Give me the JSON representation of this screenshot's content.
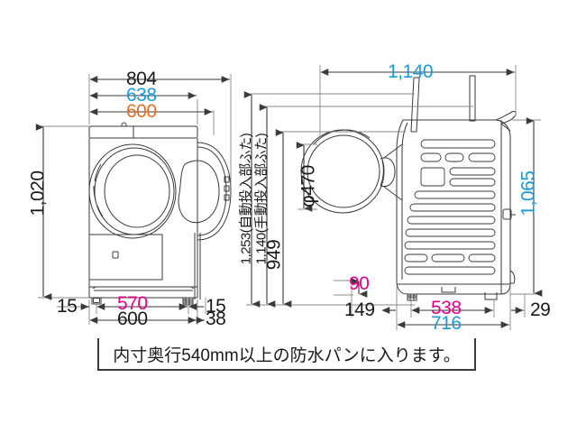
{
  "figure": {
    "type": "technical-dimension-drawing",
    "subject": "drum-type washing machine front view and side view",
    "background_color": "#ffffff",
    "line_color": "#3a3a3a"
  },
  "colors": {
    "black": "#1a1a1a",
    "blue": "#1b9ad6",
    "orange": "#e2701e",
    "magenta": "#e5008c",
    "line": "#3a3a3a",
    "thin_line": "#8a8a8a"
  },
  "front_view": {
    "name": "front-view",
    "dimensions": {
      "top": [
        {
          "id": "width-total",
          "value": "804",
          "color": "black"
        },
        {
          "id": "width-body-with-door",
          "value": "638",
          "color": "blue"
        },
        {
          "id": "width-body",
          "value": "600",
          "color": "orange"
        }
      ],
      "left": [
        {
          "id": "height-1020",
          "value": "1,020",
          "color": "black"
        }
      ],
      "bottom": [
        {
          "id": "foot-offset-left",
          "value": "15",
          "color": "black"
        },
        {
          "id": "foot-span",
          "value": "570",
          "color": "magenta"
        },
        {
          "id": "base-width",
          "value": "600",
          "color": "black"
        },
        {
          "id": "foot-offset-right",
          "value": "15",
          "color": "black"
        },
        {
          "id": "hinge-projection",
          "value": "38",
          "color": "black"
        }
      ]
    }
  },
  "side_view": {
    "name": "side-view",
    "dimensions": {
      "top": [
        {
          "id": "depth-door-open",
          "value": "1,140",
          "color": "blue"
        }
      ],
      "left": [
        {
          "id": "height-auto-dispenser-lid",
          "value": "1,253(自動投入部ふた)",
          "color": "black"
        },
        {
          "id": "height-manual-dispenser-lid",
          "value": "1,140(手動投入部ふた)",
          "color": "black"
        },
        {
          "id": "height-949",
          "value": "949",
          "color": "black"
        },
        {
          "id": "door-opening-diameter",
          "value": "φ470",
          "color": "black"
        }
      ],
      "right": [
        {
          "id": "body-height",
          "value": "1,065",
          "color": "blue"
        }
      ],
      "bottom": [
        {
          "id": "base-clearance",
          "value": "90",
          "color": "magenta"
        },
        {
          "id": "door-swing-depth",
          "value": "149",
          "color": "black"
        },
        {
          "id": "foot-span-depth",
          "value": "538",
          "color": "magenta"
        },
        {
          "id": "depth-body",
          "value": "716",
          "color": "blue"
        },
        {
          "id": "rear-projection",
          "value": "29",
          "color": "black"
        }
      ]
    }
  },
  "note": {
    "text": "内寸奥行540mm以上の防水パンに入ります。"
  }
}
